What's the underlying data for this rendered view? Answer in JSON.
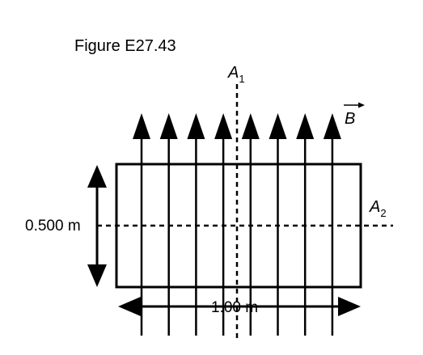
{
  "figure": {
    "title": "Figure E27.43",
    "labels": {
      "axis1_letter": "A",
      "axis1_sub": "1",
      "axis2_letter": "A",
      "axis2_sub": "2",
      "field_letter": "B",
      "height_dim": "0.500 m",
      "width_dim": "1.00 m"
    },
    "field_line_count": 8
  }
}
